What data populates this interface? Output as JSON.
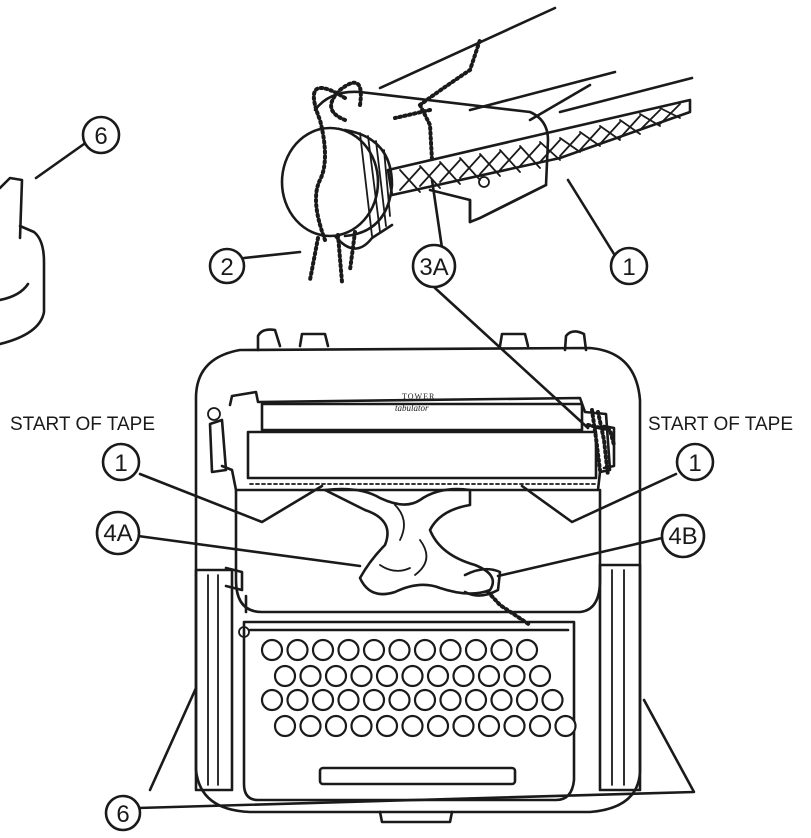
{
  "callouts": {
    "c6_top": "6",
    "c2": "2",
    "c3a": "3A",
    "c1_top": "1",
    "c1_left": "1",
    "c1_right": "1",
    "c4a": "4A",
    "c4b": "4B",
    "c6_bottom": "6"
  },
  "labels": {
    "start_left": "START OF TAPE",
    "start_right": "START OF TAPE"
  },
  "brand": {
    "line1": "TOWER",
    "line2": "tabulator"
  },
  "colors": {
    "ink": "#1a1a1a",
    "paper": "#ffffff"
  }
}
